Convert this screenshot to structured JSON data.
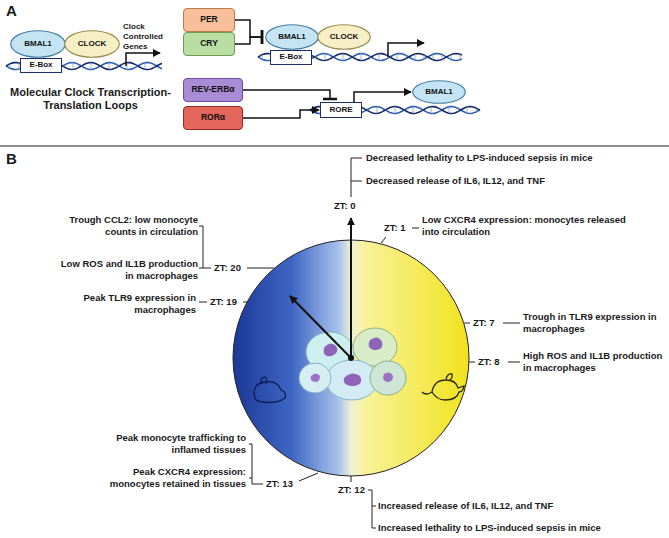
{
  "diagram": {
    "nodes": [
      {
        "text": [
          "BMAL1"
        ]
      },
      {
        "text": [
          "CLOCK"
        ]
      },
      {
        "text": [
          "E-Box"
        ]
      },
      {
        "text": [
          "PER"
        ]
      },
      {
        "text": [
          "CRY"
        ]
      },
      {
        "text": [
          "BMAL1"
        ]
      },
      {
        "text": [
          "CLOCK"
        ]
      },
      {
        "text": [
          "E-Box"
        ]
      },
      {
        "text": [
          "REV-ERBα"
        ]
      },
      {
        "text": [
          "RORα"
        ]
      },
      {
        "text": [
          "RORE"
        ]
      },
      {
        "text": [
          "BMAL1"
        ]
      }
    ],
    "edges": [
      {
        "from": 3,
        "to": 5,
        "arrow": "to"
      },
      {
        "from": 4,
        "to": 5,
        "arrow": "to"
      },
      {
        "from": 8,
        "to": 10,
        "arrow": "to"
      },
      {
        "from": 9,
        "to": 10,
        "arrow": "to"
      },
      {
        "from": 10,
        "to": 11,
        "arrow": "to"
      }
    ],
    "labels": [
      "A",
      "Clock Controlled Genes",
      "Molecular Clock Transcription-Translation Loops",
      "B",
      "Decreased lethality to LPS-induced sepsis in mice",
      "Decreased release of IL6, IL12, and TNF",
      "ZT: 0",
      "ZT: 1",
      "Low CXCR4 expression: monocytes released into circulation",
      "Trough CCL2: low monocyte counts in circulation",
      "ZT: 20",
      "Low ROS and IL1B production in macrophages",
      "ZT: 19",
      "Peak TLR9 expression in macrophages",
      "ZT: 7",
      "Trough in TLR9 expression in macrophages",
      "ZT: 8",
      "High ROS and IL1B production in macrophages",
      "ZT: 13",
      "Peak monocyte trafficking to inflamed tissues",
      "Peak CXCR4 expression: monocytes retained in tissues",
      "ZT: 12",
      "Increased release of IL6, IL12, and TNF",
      "Increased lethality to LPS-induced sepsis in mice"
    ]
  }
}
